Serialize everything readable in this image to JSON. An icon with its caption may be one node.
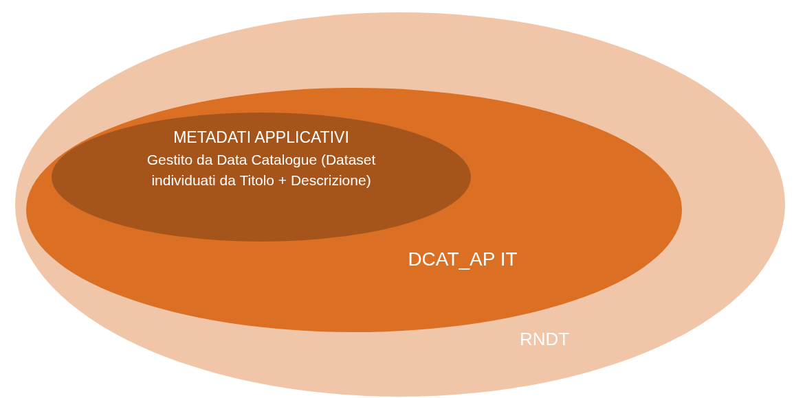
{
  "diagram": {
    "nodes": [
      {
        "text": [
          "RNDT"
        ]
      },
      {
        "text": [
          "DCAT_AP IT"
        ],
        "in": 0
      },
      {
        "text": [
          "METADATI APPLICATIVI",
          "Gestito da Data Catalogue (Dataset individuati da Titolo + Descrizione)"
        ],
        "in": 1
      }
    ]
  }
}
